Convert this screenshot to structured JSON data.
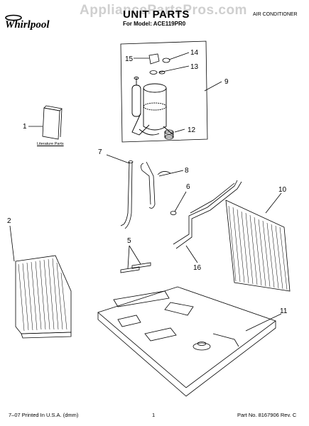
{
  "header": {
    "brand": "Whirlpool",
    "watermark": "AppliancePartsPros.com",
    "title": "UNIT PARTS",
    "model_line": "For Model: ACE119PR0",
    "category": "AIR CONDITIONER"
  },
  "literature_label": "Literature Parts",
  "callouts": [
    "1",
    "2",
    "5",
    "6",
    "7",
    "8",
    "9",
    "10",
    "11",
    "12",
    "13",
    "14",
    "15",
    "16"
  ],
  "footer": {
    "left": "7–07 Printed In U.S.A. (dmm)",
    "page": "1",
    "right": "Part No. 8167906 Rev. C"
  },
  "colors": {
    "line": "#000000",
    "watermark": "#cfcfcf",
    "shade": "#d9d9d9"
  }
}
